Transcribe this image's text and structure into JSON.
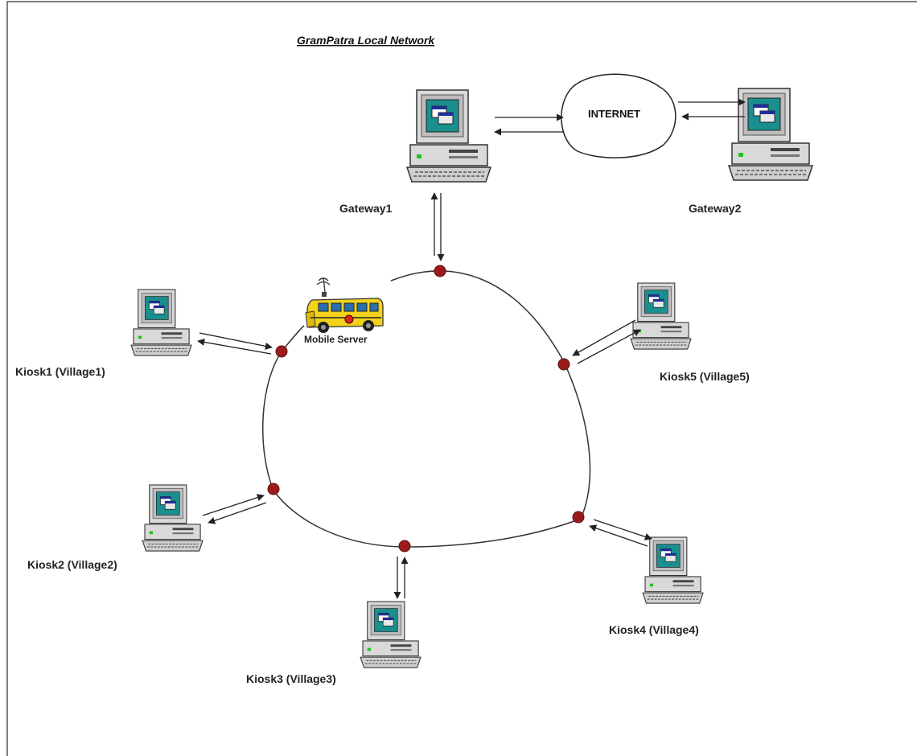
{
  "diagram": {
    "title": "GramPatra Local Network",
    "internet_label": "INTERNET",
    "mobile_server_label": "Mobile Server",
    "nodes": {
      "gateway1": "Gateway1",
      "gateway2": "Gateway2",
      "kiosk1": "Kiosk1 (Village1)",
      "kiosk2": "Kiosk2 (Village2)",
      "kiosk3": "Kiosk3 (Village3)",
      "kiosk4": "Kiosk4 (Village4)",
      "kiosk5": "Kiosk5 (Village5)"
    },
    "icons": {
      "computer": "desktop-computer-icon",
      "bus": "school-bus-icon",
      "cloud": "internet-cloud-icon",
      "junction": "network-junction-dot"
    }
  },
  "colors": {
    "frame": "#555555",
    "ring": "#333333",
    "junction": "#9b1b1b",
    "monitor_screen": "#1a8f8f",
    "bus_body": "#f2d21b"
  }
}
